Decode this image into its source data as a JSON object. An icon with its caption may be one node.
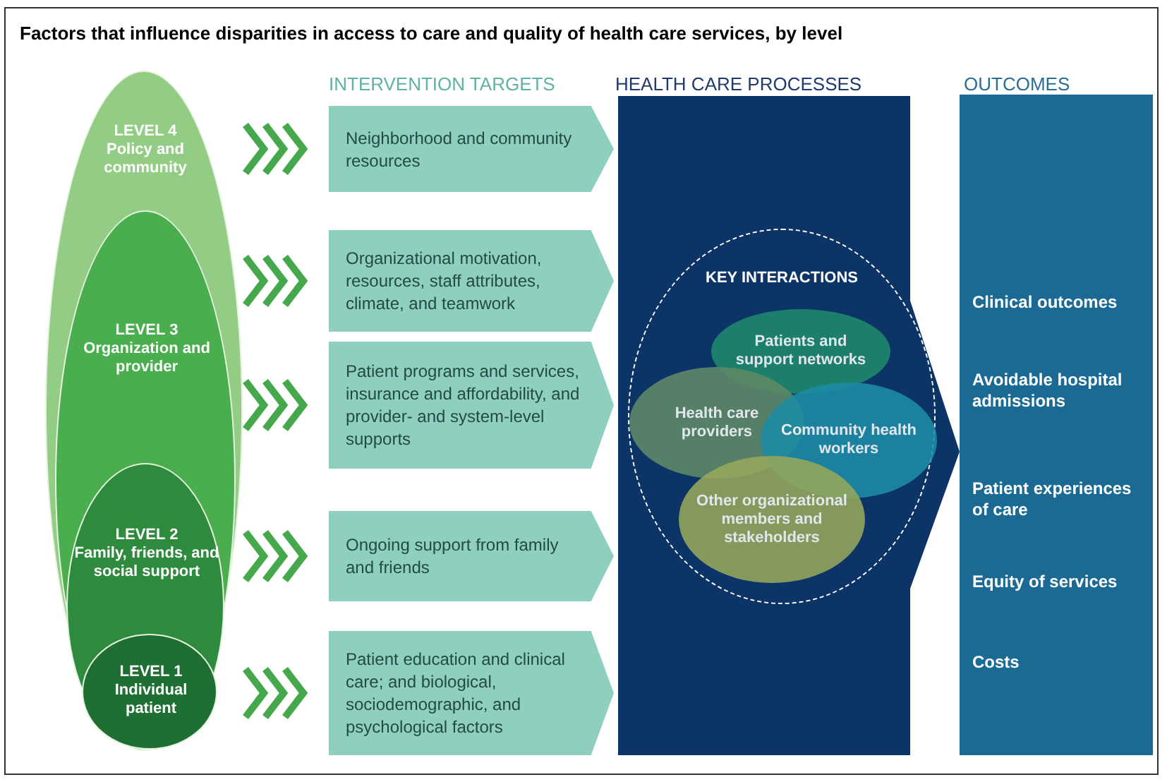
{
  "diagram": {
    "title": "Factors that influence disparities in access to care and quality of health care services, by level",
    "nodes": [
      {
        "text": [
          "LEVEL 4",
          "Policy and community"
        ]
      },
      {
        "text": [
          "LEVEL 3",
          "Organization and provider"
        ],
        "in": 0
      },
      {
        "text": [
          "LEVEL 2",
          "Family, friends, and social support"
        ],
        "in": 1
      },
      {
        "text": [
          "LEVEL 1",
          "Individual patient"
        ],
        "in": 2
      },
      {
        "text": [
          "Neighborhood and community resources"
        ]
      },
      {
        "text": [
          "Organizational motivation, resources, staff attributes, climate, and teamwork"
        ]
      },
      {
        "text": [
          "Patient programs and services, insurance and affordability, and provider- and system-level supports"
        ]
      },
      {
        "text": [
          "Ongoing support from family and friends"
        ]
      },
      {
        "text": [
          "Patient education and clinical care; and biological, sociodemographic, and psychological factors"
        ]
      },
      {
        "text": [
          "HEALTH CARE PROCESSES"
        ]
      },
      {
        "text": [
          "KEY INTERACTIONS"
        ],
        "in": 9
      },
      {
        "text": [
          "Patients and support networks"
        ],
        "in": 10
      },
      {
        "text": [
          "Health care providers"
        ],
        "in": 10
      },
      {
        "text": [
          "Community health workers"
        ],
        "in": 10
      },
      {
        "text": [
          "Other organizational members and stakeholders"
        ],
        "in": 10
      },
      {
        "text": [
          "OUTCOMES",
          "Clinical outcomes",
          "Avoidable hospital admissions",
          "Patient experiences of care",
          "Equity of services",
          "Costs"
        ]
      }
    ],
    "edges": [
      {
        "from": 0,
        "to": 4,
        "arrow": "to"
      },
      {
        "from": 1,
        "to": 5,
        "arrow": "to"
      },
      {
        "from": 1,
        "to": 6,
        "arrow": "to"
      },
      {
        "from": 2,
        "to": 7,
        "arrow": "to"
      },
      {
        "from": 3,
        "to": 8,
        "arrow": "to"
      }
    ],
    "labels": [
      "INTERVENTION TARGETS"
    ]
  }
}
